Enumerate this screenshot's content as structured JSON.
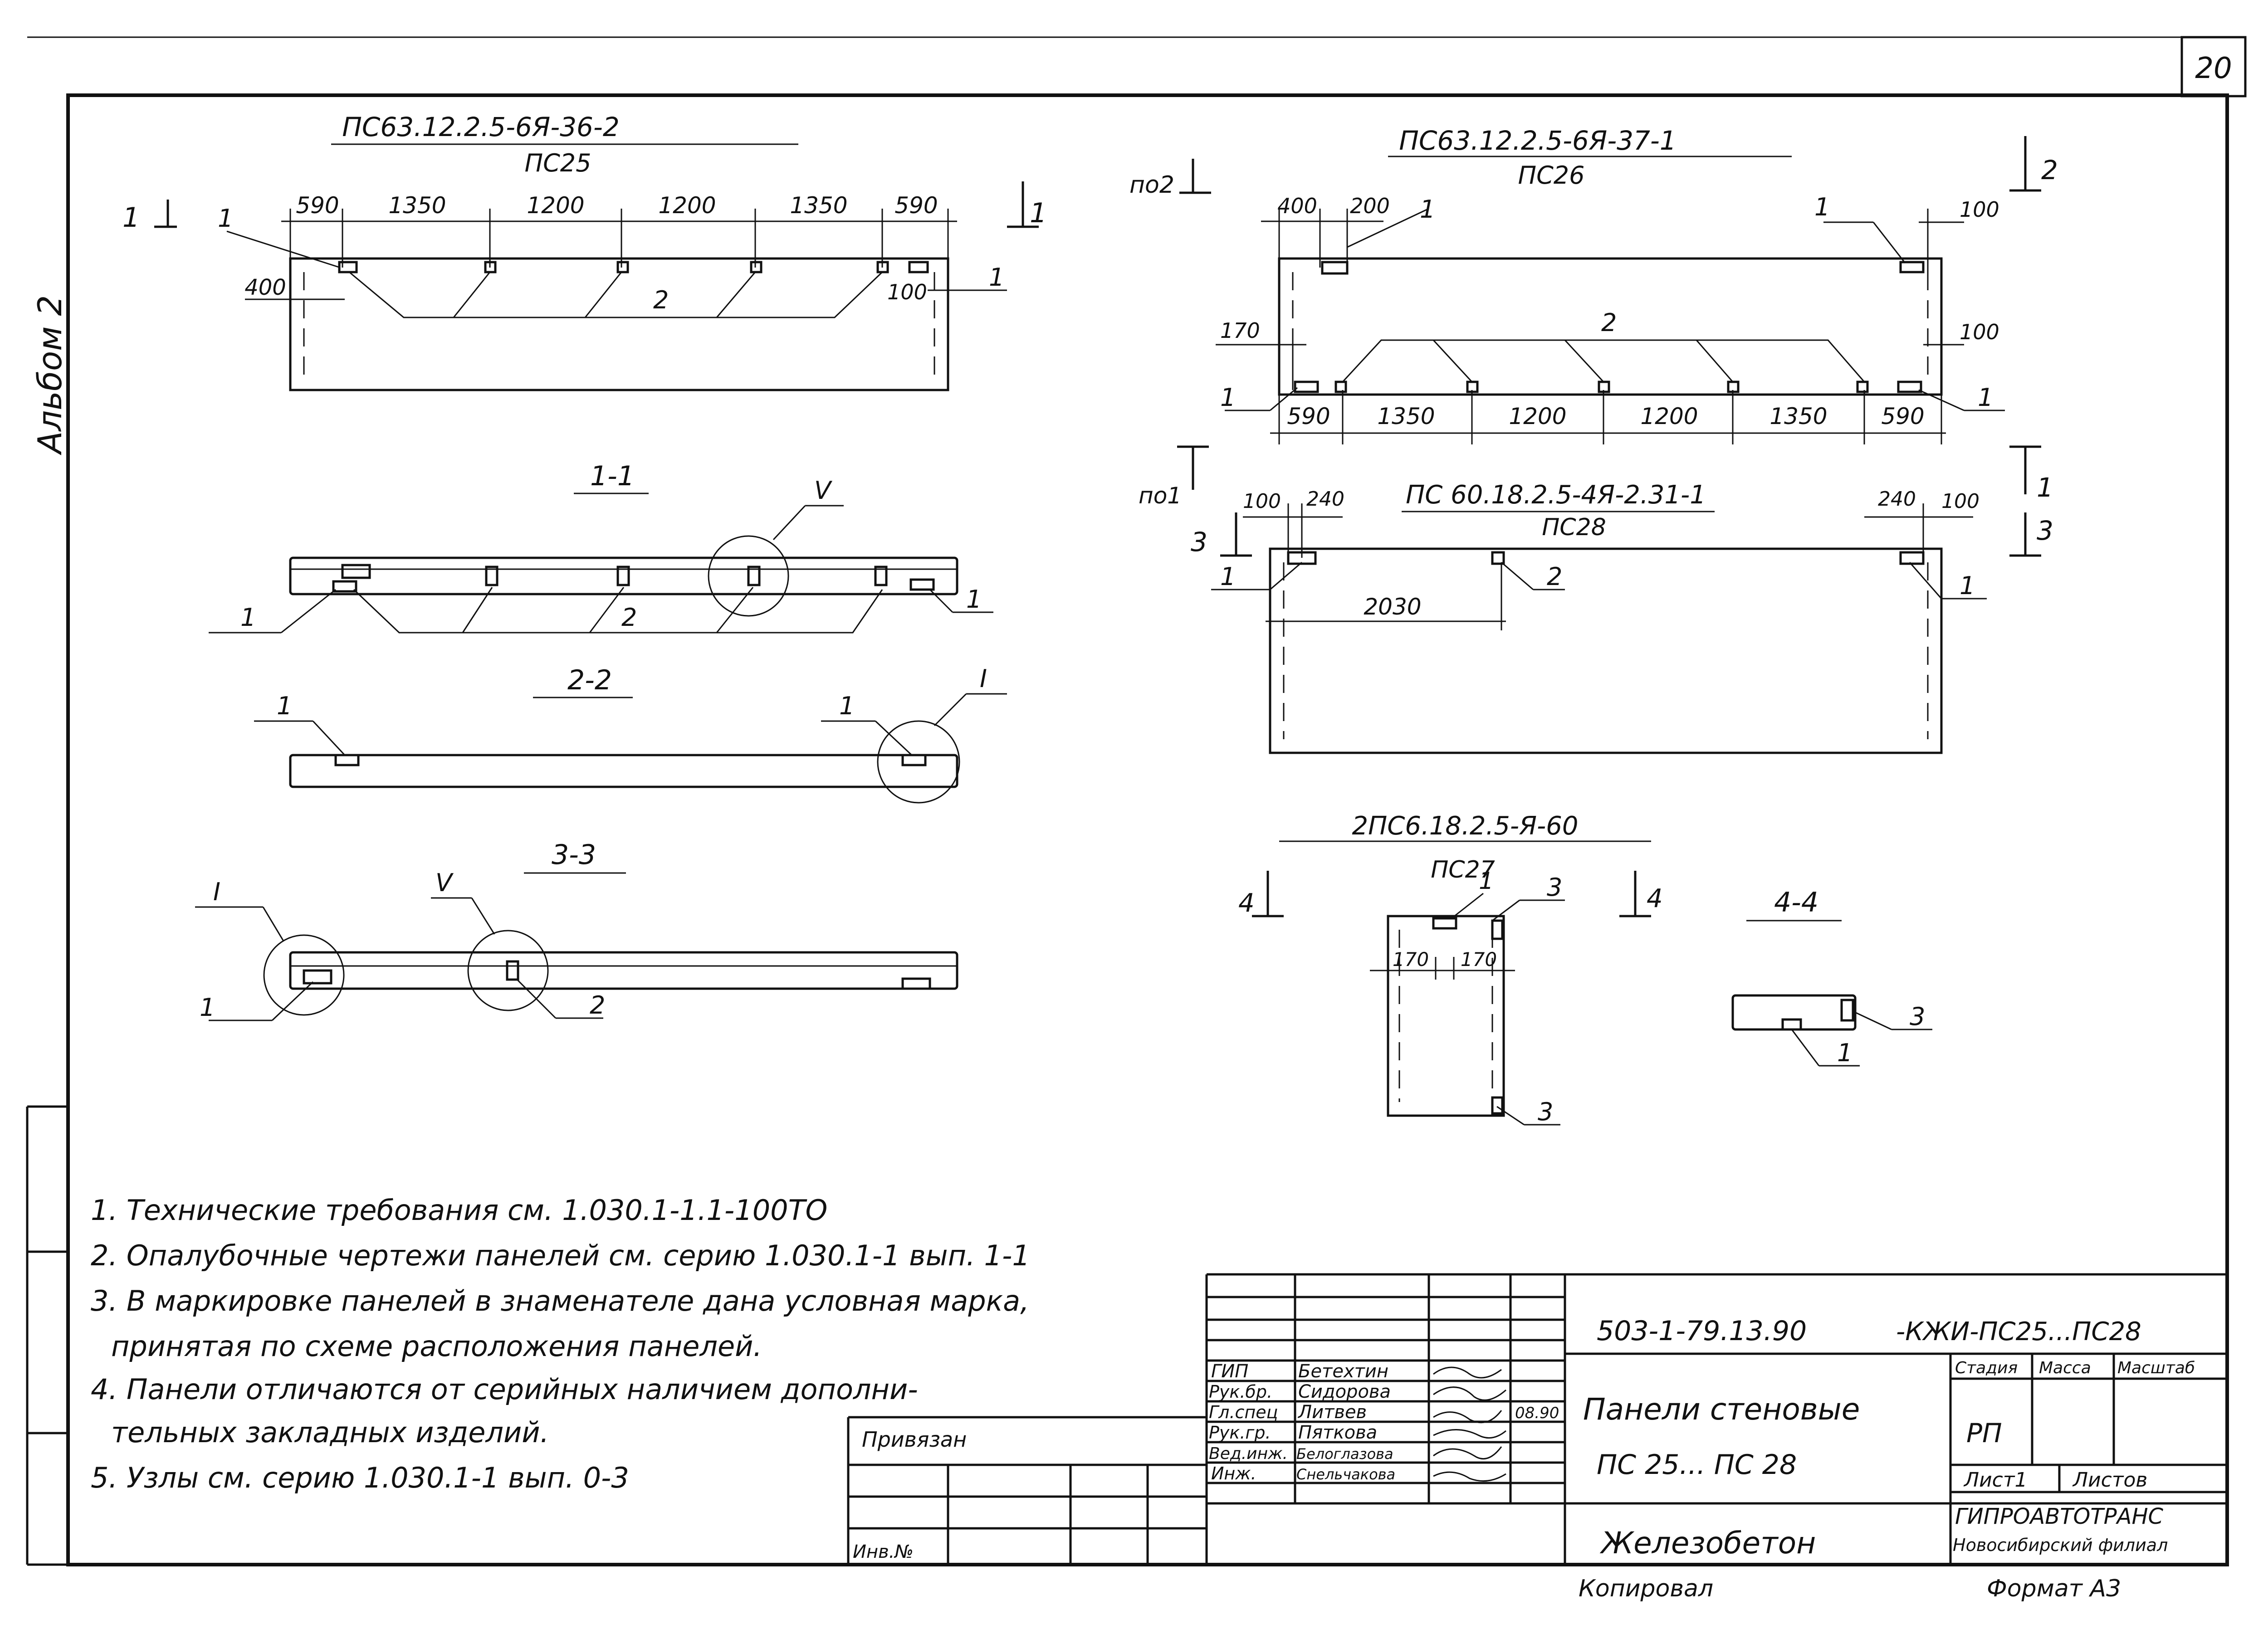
{
  "sheet_number": "20",
  "album_label": "Альбом 2",
  "panels": {
    "ps25": {
      "mark": "ПС63.12.2.5-6Я-36-2",
      "short": "ПС25",
      "dims": [
        "590",
        "1350",
        "1200",
        "1200",
        "1350",
        "590"
      ],
      "side_dims": {
        "left": "400",
        "right": "100"
      },
      "callouts": {
        "item1": "1",
        "item2": "2"
      },
      "section_mark": "1"
    },
    "ps26": {
      "mark": "ПС63.12.2.5-6Я-37-1",
      "short": "ПС26",
      "top_dims": [
        "400",
        "200"
      ],
      "right_dims": [
        "100",
        "100"
      ],
      "left_dim": "170",
      "dims": [
        "590",
        "1350",
        "1200",
        "1200",
        "1350",
        "590"
      ],
      "callouts": {
        "item1": "1",
        "item2": "2"
      },
      "level_mark": "по2",
      "section_mark": "2"
    },
    "ps28": {
      "mark": "ПС 60.18.2.5-4Я-2.31-1",
      "short": "ПС28",
      "top_left_dims": [
        "100",
        "240"
      ],
      "top_right_dims": [
        "240",
        "100"
      ],
      "base_dim": "2030",
      "callouts": {
        "item1": "1",
        "item2": "2"
      },
      "level_mark": "по1",
      "section_marks": [
        "3",
        "1",
        "3"
      ]
    },
    "ps27": {
      "mark": "2ПС6.18.2.5-Я-60",
      "short": "ПС27",
      "dims": [
        "170",
        "170"
      ],
      "callouts": {
        "item1": "1",
        "item3": "3"
      },
      "section_mark": "4"
    }
  },
  "sections": [
    {
      "title": "1-1",
      "node_mark": "V"
    },
    {
      "title": "2-2",
      "node_mark": "I"
    },
    {
      "title": "3-3",
      "node_marks": [
        "I",
        "V"
      ]
    },
    {
      "title": "4-4"
    }
  ],
  "notes": [
    "1. Технические требования см. 1.030.1-1.1-100ТО",
    "2. Опалубочные чертежи панелей см. серию 1.030.1-1 вып. 1-1",
    "3. В маркировке панелей в знаменателе дана условная марка,",
    "принятая по схеме расположения панелей.",
    "4. Панели отличаются от серийных наличием дополни-",
    "тельных закладных изделий.",
    "5. Узлы см. серию 1.030.1-1 вып. 0-3"
  ],
  "title_block": {
    "doc_code": "503-1-79.13.90",
    "doc_suffix": "-КЖИ-ПС25...ПС28",
    "title_line1": "Панели стеновые",
    "title_line2": "ПС 25... ПС 28",
    "material": "Железобетон",
    "headers": {
      "stage": "Стадия",
      "mass": "Масса",
      "scale": "Масштаб"
    },
    "stage": "РП",
    "sheet": "Лист1",
    "sheets": "Листов",
    "org_line1": "ГИПРОАВТОТРАНС",
    "org_line2": "Новосибирский филиал",
    "copied": "Копировал",
    "format": "Формат А3",
    "privyazan": "Привязан",
    "inv_no": "Инв.№",
    "signers": [
      {
        "role": "ГИП",
        "name": "Бетехтин"
      },
      {
        "role": "Рук.бр.",
        "name": "Сидорова"
      },
      {
        "role": "Гл.спец",
        "name": "Литвев"
      },
      {
        "role": "Рук.гр.",
        "name": "Пяткова"
      },
      {
        "role": "Вед.инж.",
        "name": "Белоглазова"
      },
      {
        "role": "Инж.",
        "name": "Снельчакова"
      }
    ],
    "date": "08.90"
  }
}
